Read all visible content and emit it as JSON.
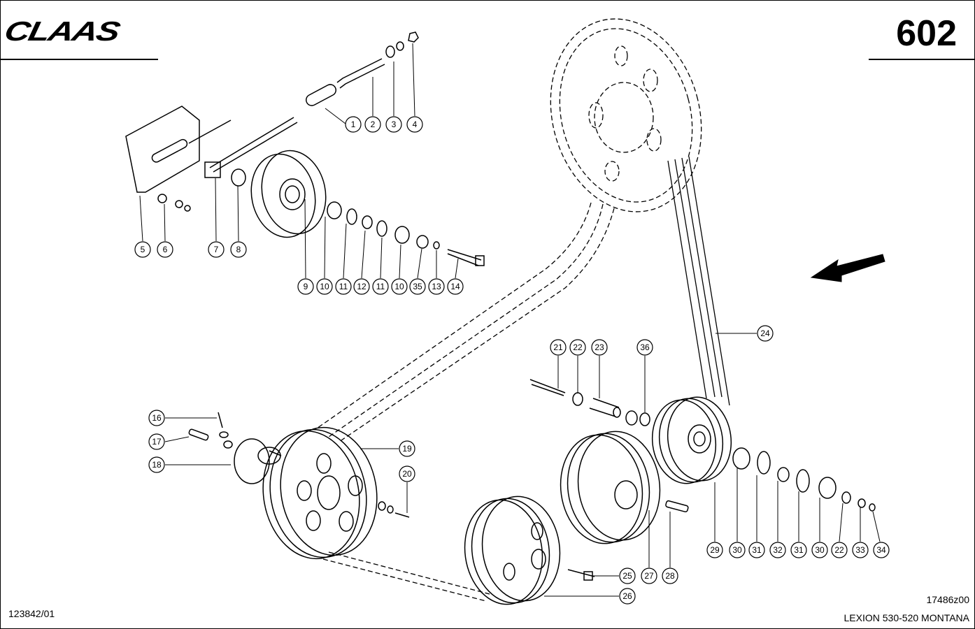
{
  "header": {
    "brand_logo": "CLAAS",
    "page_number": "602"
  },
  "footer": {
    "left_code": "123842/01",
    "drawing_code": "17486z00",
    "model": "LEXION 530-520 MONTANA"
  },
  "callouts": [
    "1",
    "2",
    "3",
    "4",
    "5",
    "6",
    "7",
    "8",
    "9",
    "10",
    "11",
    "12",
    "11",
    "10",
    "35",
    "13",
    "14",
    "16",
    "17",
    "18",
    "19",
    "20",
    "21",
    "22",
    "23",
    "36",
    "24",
    "25",
    "26",
    "27",
    "28",
    "29",
    "30",
    "31",
    "32",
    "31",
    "30",
    "22",
    "33",
    "34"
  ]
}
